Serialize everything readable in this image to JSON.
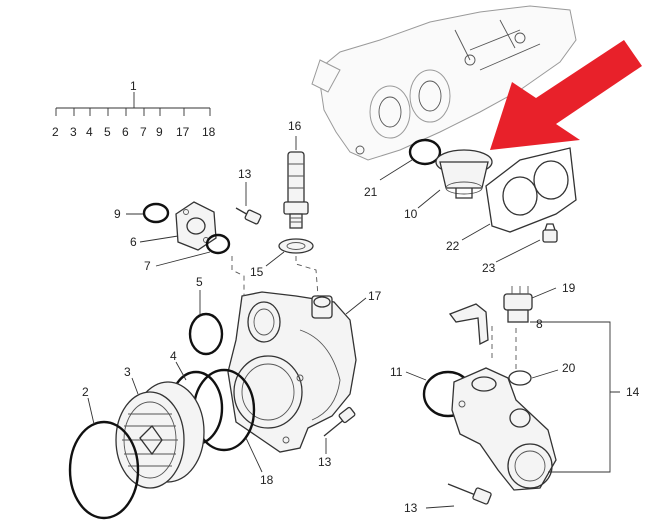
{
  "diagram": {
    "part_labels": {
      "p1": "1",
      "p2": "2",
      "p3": "3",
      "p4": "4",
      "p5": "5",
      "p6": "6",
      "p7": "7",
      "p8": "8",
      "p9": "9",
      "p10": "10",
      "p11": "11",
      "p13a": "13",
      "p13b": "13",
      "p13c": "13",
      "p14": "14",
      "p15": "15",
      "p16": "16",
      "p17": "17",
      "p18": "18",
      "p19": "19",
      "p20": "20",
      "p21": "21",
      "p22": "22",
      "p23": "23"
    },
    "kit_items": [
      "2",
      "3",
      "4",
      "5",
      "6",
      "7",
      "9",
      "17",
      "18"
    ],
    "highlight_arrow_color": "#e8212a"
  }
}
